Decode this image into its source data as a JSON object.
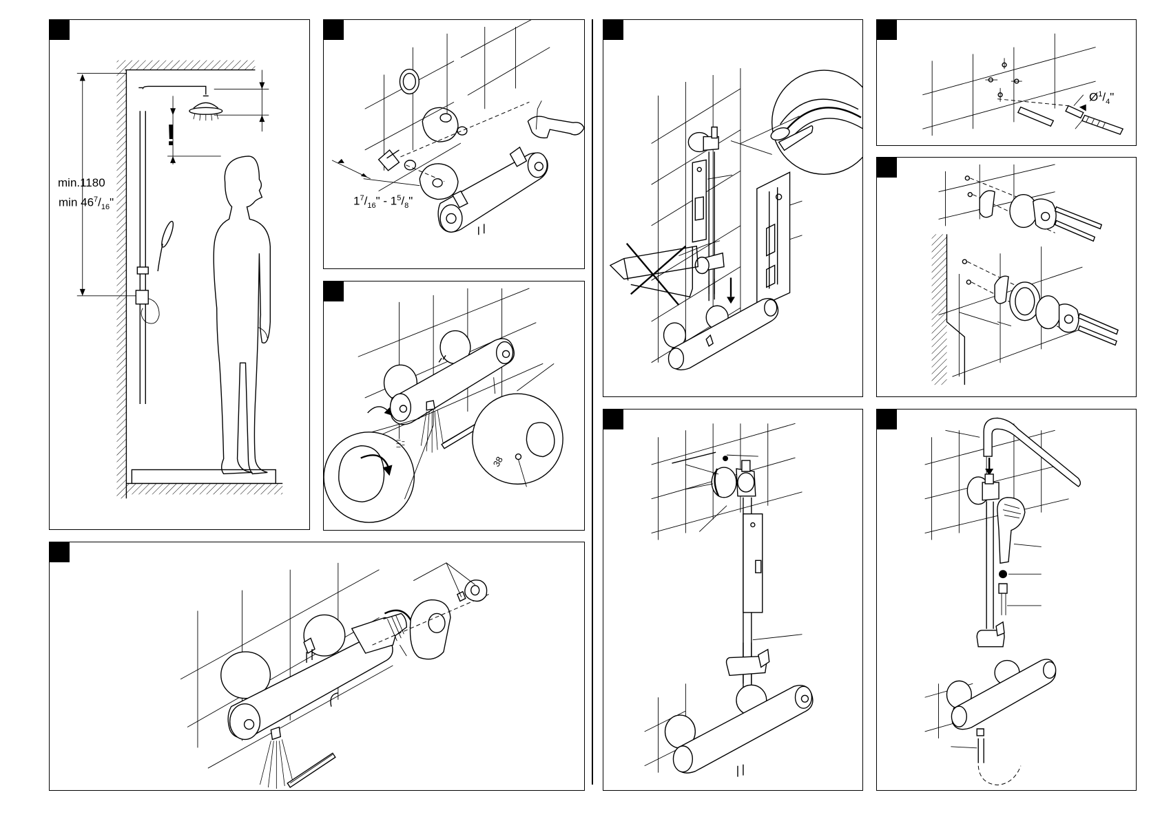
{
  "panels": {
    "p1": {
      "dim_metric": "min.1180",
      "dim_imperial_main": "min 46",
      "dim_imperial_num": "7",
      "dim_imperial_den": "16",
      "dim_imperial_unit": "\"",
      "warning": "!"
    },
    "p2": {
      "dim_a_int": "1",
      "dim_a_num": "7",
      "dim_a_den": "16",
      "dim_a_unit": "\"",
      "dim_sep": " - ",
      "dim_b_int": "1",
      "dim_b_num": "5",
      "dim_b_den": "8",
      "dim_b_unit": "\""
    },
    "p3": {
      "dial_value": "38"
    },
    "p7": {
      "drill_prefix": "Ø",
      "drill_num": "1",
      "drill_den": "4",
      "drill_unit": "\""
    }
  }
}
